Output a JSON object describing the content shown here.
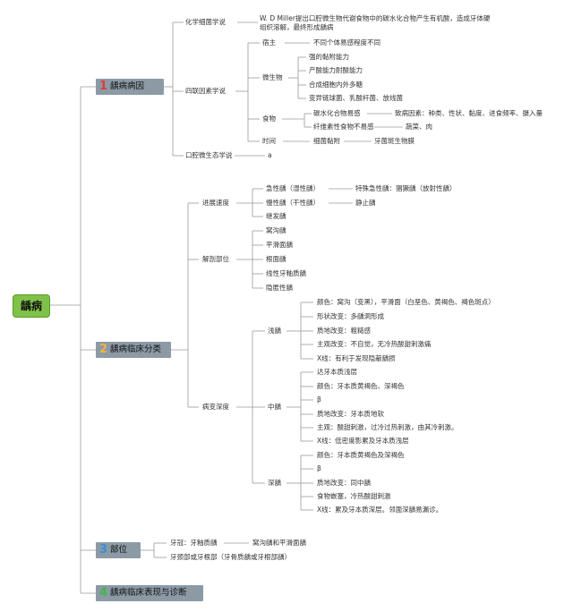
{
  "root": "龋病",
  "sections": [
    {
      "num": "1",
      "label": "龋病病因",
      "color": "#e23b3b"
    },
    {
      "num": "2",
      "label": "龋病临床分类",
      "color": "#f2b33d"
    },
    {
      "num": "3",
      "label": "部位",
      "color": "#3a8fd6"
    },
    {
      "num": "4",
      "label": "龋病临床表现与诊断",
      "color": "#43b649"
    }
  ],
  "s1": {
    "chem": "化学细菌学说",
    "chem_desc": "W. D Miller提出口腔微生物代谢食物中的碳水化合物产生有机酸，造成牙体硬组织溶解，最终形成龋病",
    "four": "四联因素学说",
    "host": "宿主",
    "host_desc": "不同个体易感程度不同",
    "micro": "微生物",
    "micro_items": [
      "强的黏附能力",
      "产酸能力耐酸能力",
      "合成细胞内外多糖",
      "变异链球菌、乳酸杆菌、放线菌"
    ],
    "food": "食物",
    "food_a": "碳水化合物易感",
    "food_a2": "致病因素：种类、性状、黏度、进食频率、摄入量",
    "food_b": "纤维素性食物不易感",
    "food_b2": "蔬菜、肉",
    "time": "时间",
    "time_a": "细菌黏附",
    "time_b": "牙菌斑生物膜",
    "eco": "口腔微生态学说",
    "eco_a": "a"
  },
  "s2": {
    "speed": "进展速度",
    "acute": "急性龋（湿性龋）",
    "acute_b": "特殊急性龋：猖獗龋（放射性龋）",
    "chronic": "慢性龋（干性龋）",
    "chronic_b": "静止龋",
    "secondary": "继发龋",
    "anat": "解剖部位",
    "anat_items": [
      "窝沟龋",
      "平滑面龋",
      "根面龋",
      "线性牙釉质龋",
      "隐匿性龋"
    ],
    "depth": "病变深度",
    "shallow": "浅龋",
    "shallow_items": [
      "颜色：窝沟（变黑），平滑面（白垩色、黄褐色、褐色斑点）",
      "形状改变：多龋洞形成",
      "质地改变：粗糙感",
      "主观改变：不自觉，无冷热酸甜刺激痛",
      "X线：有利于发现隐蔽龋损"
    ],
    "middle": "中龋",
    "middle_items": [
      "达牙本质浅层",
      "颜色：牙本质黄褐色、深褐色",
      "β",
      "质地改变：牙本质地软",
      "主观：酸甜刺激，过冷过热刺激，由其冷刺激。",
      "X线：低密度影累及牙本质浅层"
    ],
    "deep": "深龋",
    "deep_items": [
      "颜色：牙本质黄褐色及深褐色",
      "β",
      "质地改变：同中龋",
      "食物嵌塞，冷热酸甜刺激",
      "X线：累及牙本质深层。邻面深龋易漏诊。"
    ]
  },
  "s3": {
    "crown": "牙冠：牙釉质龋",
    "crown_b": "窝沟龋和平滑面龋",
    "neck": "牙颈部或牙根部（牙骨质龋或牙根部龋）"
  }
}
